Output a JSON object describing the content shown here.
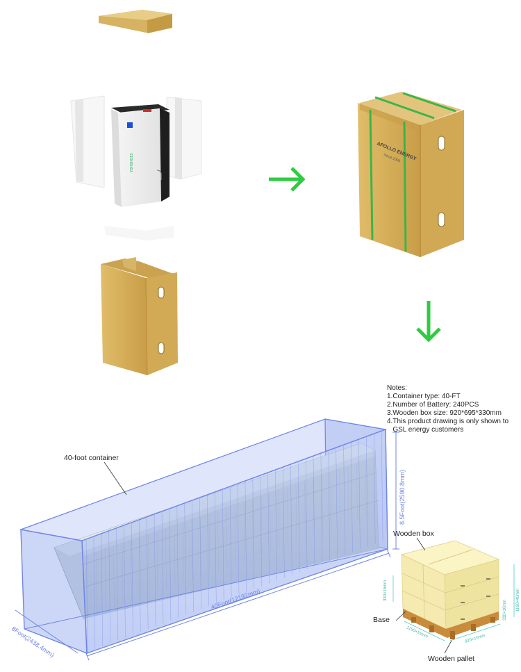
{
  "battery": {
    "brand_text": "YOHSHOES"
  },
  "crate": {
    "brand_text": "APOLLO ENERGY",
    "sub_text": "Since 2008"
  },
  "notes": {
    "heading": "Notes:",
    "lines": [
      "1.Container type: 40-FT",
      "2.Number of Battery: 240PCS",
      "3.Wooden box size: 920*695*330mm",
      "4.This product drawing is only shown to",
      "   GSL energy customers"
    ]
  },
  "container": {
    "label": "40-foot container",
    "length_dim": "40Foot(12192mm)",
    "width_dim": "8Foot(2438.4mm)",
    "height_dim": "8.5Foot(2590.8mm)"
  },
  "pallet": {
    "wooden_box_label": "Wooden box",
    "base_label": "Base",
    "wooden_pallet_label": "Wooden pallet",
    "dim_left": "330×15mm",
    "dim_right_a": "330×10mm",
    "dim_right_b": "1160×40mm",
    "dim_bottom_a": "1150×15mm",
    "dim_bottom_b": "920×15mm"
  },
  "colors": {
    "cardboard": "#d9b45e",
    "cardboard_dark": "#c49a45",
    "arrow": "#2ecc40",
    "strap": "#3ab54a",
    "container_blue": "#6f86e6",
    "pallet_box": "#f8f0b5",
    "pallet_wood": "#c98b3c"
  }
}
